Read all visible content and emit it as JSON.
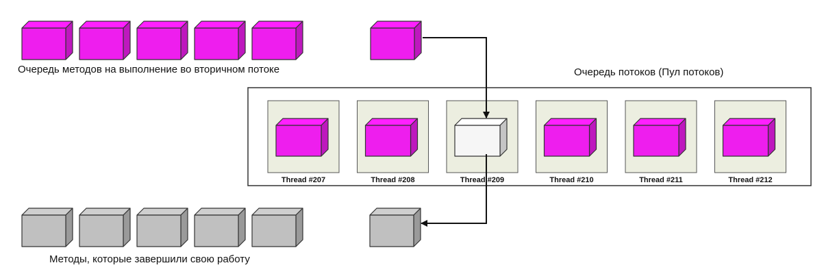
{
  "labels": {
    "pending_queue": "Очередь методов на выполнение во вторичном потоке",
    "thread_pool": "Очередь потоков (Пул потоков)",
    "completed": "Методы, которые завершили свою работу"
  },
  "threads": [
    {
      "name": "Thread #207",
      "state": "busy"
    },
    {
      "name": "Thread #208",
      "state": "busy"
    },
    {
      "name": "Thread #209",
      "state": "idle"
    },
    {
      "name": "Thread #210",
      "state": "busy"
    },
    {
      "name": "Thread #211",
      "state": "busy"
    },
    {
      "name": "Thread #212",
      "state": "busy"
    }
  ],
  "pending_methods_count": 5,
  "completed_methods_count": 5,
  "colors": {
    "pending": "#ee1eee",
    "completed": "#c0c0c0",
    "idle": "#f6f6f6",
    "slot_background": "#eceee0",
    "pool_border": "#333333"
  }
}
